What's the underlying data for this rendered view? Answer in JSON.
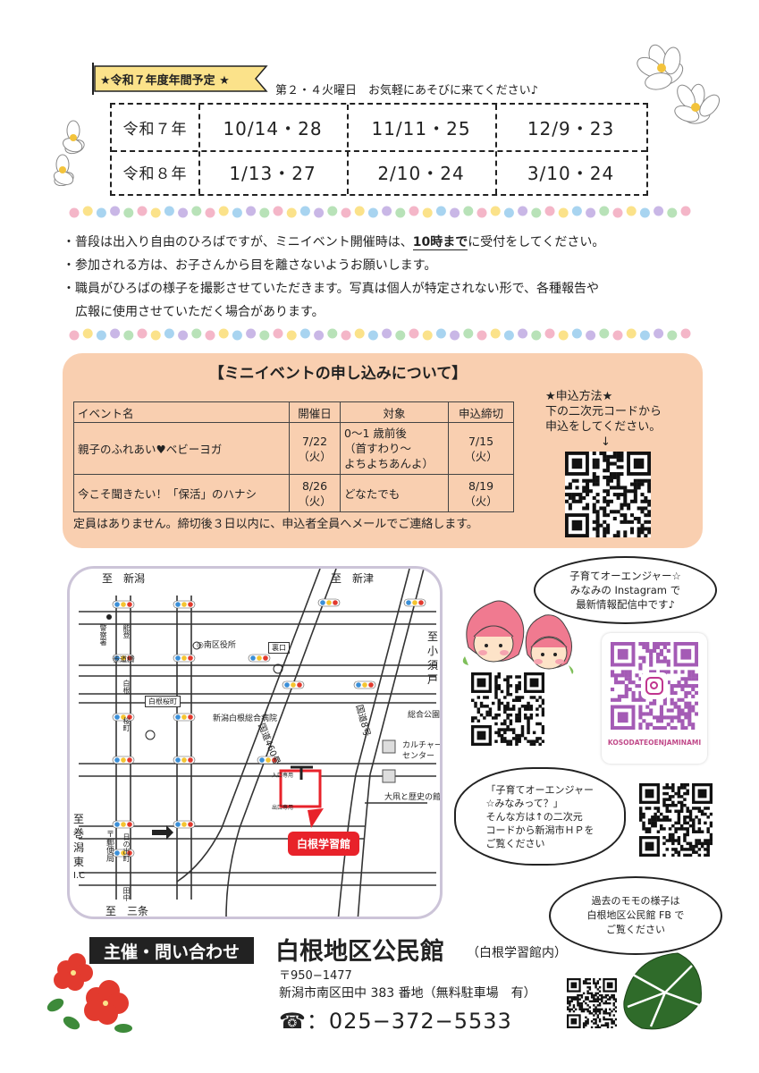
{
  "banner": {
    "text": "★令和７年度年間予定 ★"
  },
  "schedule_note": "第２・４火曜日　お気軽にあそびに来てください♪",
  "schedule": [
    {
      "year": "令和７年",
      "dates": [
        "10/14・28",
        "11/11・25",
        "12/9・23"
      ]
    },
    {
      "year": "令和８年",
      "dates": [
        "1/13・27",
        "2/10・24",
        "3/10・24"
      ]
    }
  ],
  "notes": {
    "n1_pre": "・普段は出入り自由のひろばですが、ミニイベント開催時は、",
    "n1_em": "10時まで",
    "n1_post": "に受付をしてください。",
    "n2": "・参加される方は、お子さんから目を離さないようお願いします。",
    "n3a": "・職員がひろばの様子を撮影させていただきます。写真は個人が特定されない形で、各種報告や",
    "n3b": "　広報に使用させていただく場合があります。"
  },
  "mini_event": {
    "title": "【ミニイベントの申し込みについて】",
    "headers": [
      "イベント名",
      "開催日",
      "対象",
      "申込締切"
    ],
    "rows": [
      {
        "name": "親子のふれあい♥ベビーヨガ",
        "date1": "7/22",
        "date2": "（火）",
        "target1": "0〜1 歳前後",
        "target2": "（首すわり〜",
        "target3": "よちよちあんよ）",
        "deadline1": "7/15",
        "deadline2": "（火）"
      },
      {
        "name": "今こそ聞きたい！「保活」のハナシ",
        "date1": "8/26",
        "date2": "（火）",
        "target1": "どなたでも",
        "target2": "",
        "target3": "",
        "deadline1": "8/19",
        "deadline2": "（火）"
      }
    ],
    "footer": "定員はありません。締切後３日以内に、申込者全員へメールでご連絡します。",
    "apply_title": "★申込方法★",
    "apply_text1": "下の二次元コードから",
    "apply_text2": "申込をしてください。",
    "apply_arrow": "↓"
  },
  "map": {
    "north_left": "至　新潟",
    "north_right": "至　新津",
    "east": [
      "至",
      "小",
      "須",
      "戸"
    ],
    "west": [
      "至",
      "巻",
      "潟",
      "東",
      "I.C"
    ],
    "south": "至　三条",
    "police": "警察署",
    "noto": "能登",
    "hodoukyo": "歩道橋",
    "shirane_l": "白根",
    "city_office": "◎南区役所",
    "sakuraguchi": "裏口",
    "shirane_sakuramachi": "白根桜町",
    "sakuramachi": "桜町",
    "hospital": "新潟白根総合病院",
    "route460": "国道460号",
    "route8": "国道8号",
    "park": "総合公園",
    "culture": "カルチャーセンター",
    "culture1": "カルチャー",
    "culture2": "センター",
    "ooi": "大凧と歴史の館",
    "post_office": "〒郵便局",
    "hinode": "日の出町",
    "denchu": "田中",
    "target": "白根学習館",
    "entrance1": "入口専用",
    "entrance2": "出口専用"
  },
  "bubbles": {
    "instagram_1": "子育てオーエンジャー☆",
    "instagram_2": "みなみの Instagram で",
    "instagram_3": "最新情報配信中です♪",
    "insta_label": "KOSODATEOENJAMINAMI",
    "hp_1": "「子育てオーエンジャー",
    "hp_2": "☆みなみって？」",
    "hp_3": "そんな方は↑の二次元",
    "hp_4": "コードから新潟市ＨＰを",
    "hp_5": "ご覧ください",
    "fb_1": "過去のモモの様子は",
    "fb_2": "白根地区公民館 FB で",
    "fb_3": "ご覧ください"
  },
  "footer": {
    "host_label": "主催・問い合わせ",
    "org": "白根地区公民館",
    "org_sub": "（白根学習館内）",
    "zip": "〒950−1477",
    "address": "新潟市南区田中 383 番地（無料駐車場　有）",
    "tel": "☎：025−372−5533"
  },
  "colors": {
    "peach": "#f9cfb0",
    "banner": "#fbe28a",
    "target_red": "#e8222a",
    "map_border": "#ccc4d8"
  }
}
